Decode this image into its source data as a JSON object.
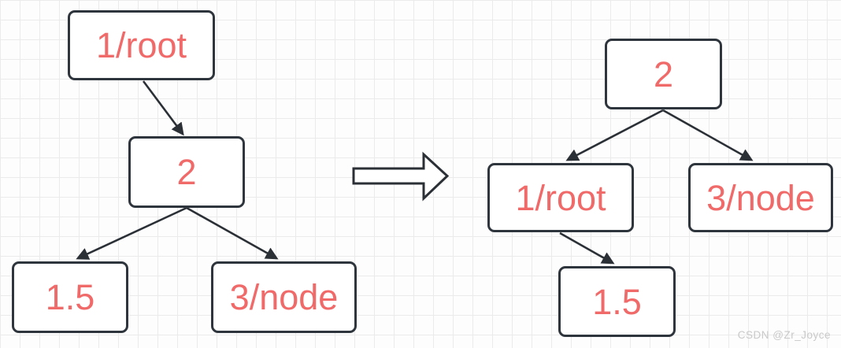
{
  "diagram": {
    "type": "binary-tree-transformation",
    "nodes": {
      "left_root": "1/root",
      "left_mid": "2",
      "left_leaf_left": "1.5",
      "left_leaf_right": "3/node",
      "right_root": "2",
      "right_child_left": "1/root",
      "right_child_right": "3/node",
      "right_leaf": "1.5"
    },
    "edges": [
      {
        "from": "left_root",
        "to": "left_mid"
      },
      {
        "from": "left_mid",
        "to": "left_leaf_left"
      },
      {
        "from": "left_mid",
        "to": "left_leaf_right"
      },
      {
        "from": "right_root",
        "to": "right_child_left"
      },
      {
        "from": "right_root",
        "to": "right_child_right"
      },
      {
        "from": "right_child_left",
        "to": "right_leaf"
      }
    ],
    "transform_arrow": "hollow-block-arrow-right"
  },
  "watermark": "CSDN @Zr_Joyce",
  "colors": {
    "node_text": "#f06a6a",
    "node_border": "#2f353c",
    "node_fill": "#ffffff",
    "arrow": "#2b3036",
    "grid_line": "#ebebeb",
    "canvas_bg": "#fdfdfd",
    "watermark_text": "#c9c9c9"
  }
}
